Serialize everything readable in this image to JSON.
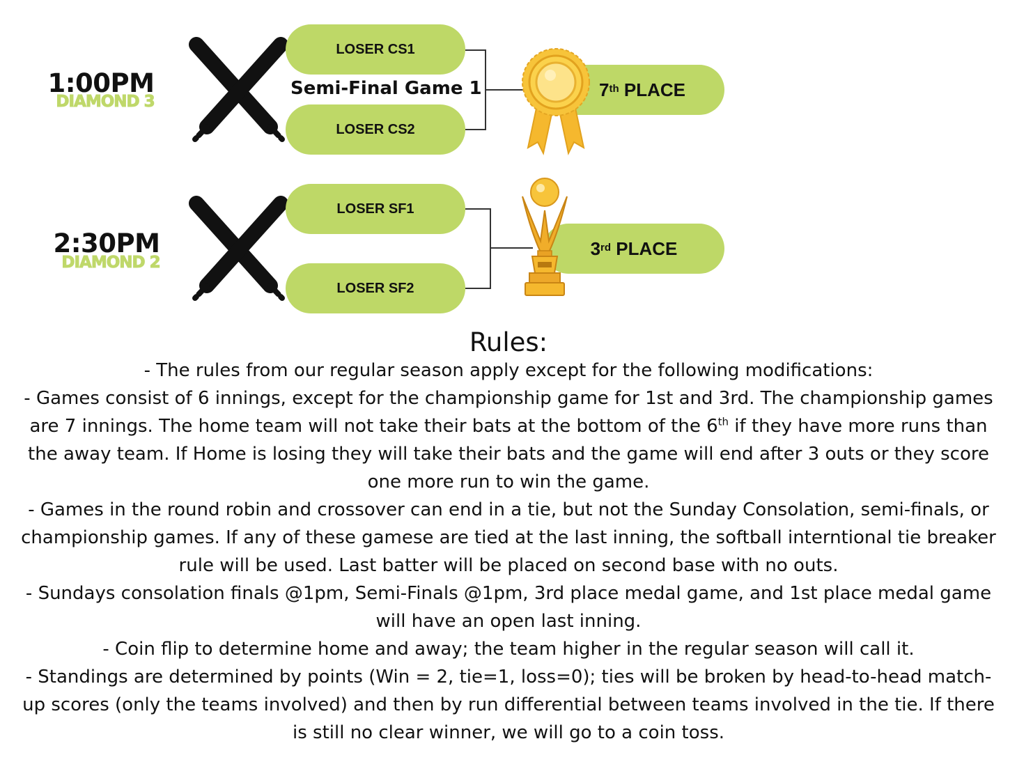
{
  "games": [
    {
      "time": "1:00PM",
      "diamond": "DIAMOND 3",
      "team1": "LOSER CS1",
      "team2": "LOSER CS2",
      "game_label": "Semi-Final Game 1",
      "place_num": "7",
      "place_sup": "th",
      "place_text": "PLACE",
      "award_icon": "gold-ribbon-medal-icon"
    },
    {
      "time": "2:30PM",
      "diamond": "DIAMOND 2",
      "team1": "LOSER SF1",
      "team2": "LOSER SF2",
      "place_num": "3",
      "place_sup": "rd",
      "place_text": "PLACE",
      "award_icon": "gold-trophy-icon"
    }
  ],
  "colors": {
    "pill_green": "#bed867",
    "diamond_green": "#bfd86a",
    "gold": "#f5b82e"
  },
  "rules": {
    "title": "Rules:",
    "line1": "- The rules from our regular season apply except for the following modifications:",
    "line2a": "- Games consist of 6 innings, except for the championship game for 1st and 3rd. The championship games are 7 innings. The home team will not take their bats at the bottom of the 6",
    "line2sup": "th",
    "line2b": " if they have more runs than the away team. If Home is losing they will take their bats and the game will end after 3 outs or they score one more run to win the game.",
    "line3": "- Games in the round robin and crossover can end in a tie, but not the Sunday Consolation, semi-finals, or championship games. If any of these gamese are tied at the last inning, the softball interntional tie breaker rule will be used. Last batter will be placed on second base with no outs.",
    "line4": "- Sundays consolation finals @1pm, Semi-Finals @1pm, 3rd place medal game, and 1st place medal game will have an open last inning.",
    "line5": "- Coin flip to determine home and away; the team higher in the regular season will call it.",
    "line6": "- Standings are determined by points (Win = 2, tie=1, loss=0); ties will be broken by head-to-head match-up scores (only the teams involved) and then by run differential between teams involved in the tie. If there is still no clear winner, we will go to a coin toss."
  }
}
